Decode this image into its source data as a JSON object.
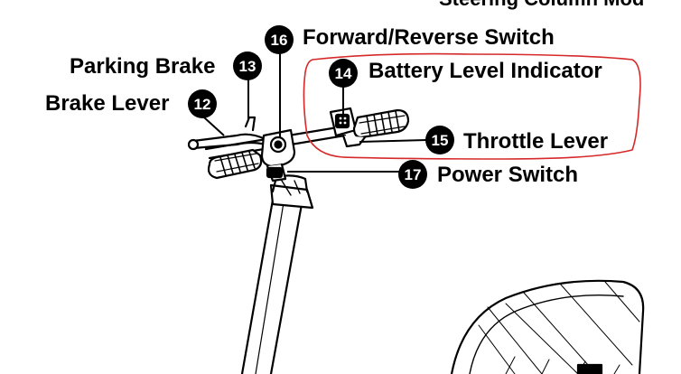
{
  "header_partial": "Steering Column Mod",
  "callouts": [
    {
      "id": "12",
      "number": "12",
      "label": "Brake Lever"
    },
    {
      "id": "13",
      "number": "13",
      "label": "Parking Brake"
    },
    {
      "id": "14",
      "number": "14",
      "label": "Battery Level Indicator"
    },
    {
      "id": "15",
      "number": "15",
      "label": "Throttle Lever"
    },
    {
      "id": "16",
      "number": "16",
      "label": "Forward/Reverse Switch"
    },
    {
      "id": "17",
      "number": "17",
      "label": "Power Switch"
    }
  ],
  "highlight": {
    "shape": "freehand-loop",
    "color": "#d62a2a",
    "encloses": [
      "14",
      "15"
    ]
  },
  "colors": {
    "ink": "#000000",
    "badge_fill": "#000000",
    "badge_text": "#ffffff"
  }
}
